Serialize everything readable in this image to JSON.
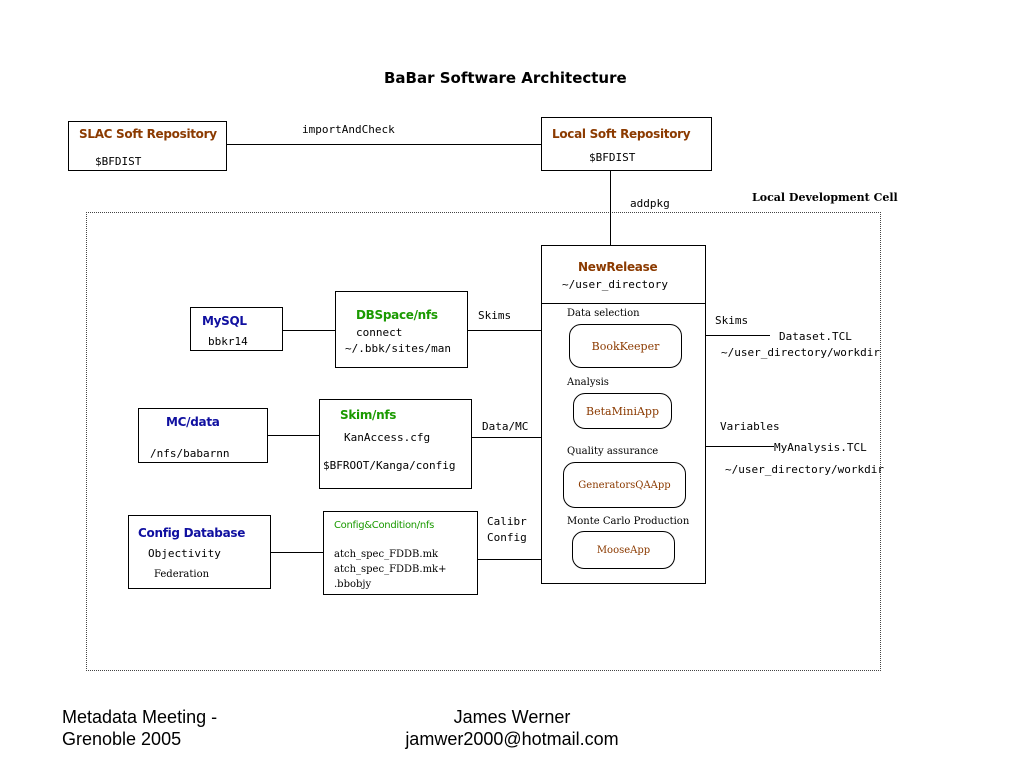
{
  "diagram": {
    "title": "BaBar Software Architecture",
    "cell_label": "Local Development Cell",
    "slac_repo": {
      "title": "SLAC Soft Repository",
      "var": "$BFDIST"
    },
    "local_repo": {
      "title": "Local Soft Repository",
      "var": "$BFDIST"
    },
    "import_label": "importAndCheck",
    "addpkg_label": "addpkg",
    "new_release": {
      "title": "NewRelease",
      "dir": "~/user_directory"
    },
    "mysql": {
      "title": "MySQL",
      "host": "bbkr14"
    },
    "dbspace": {
      "title": "DBSpace/nfs",
      "line1": "connect",
      "line2": "~/.bbk/sites/man"
    },
    "mc_data": {
      "title": "MC/data",
      "path": "/nfs/babarnn"
    },
    "skim": {
      "title": "Skim/nfs",
      "line1": "KanAccess.cfg",
      "line2": "$BFROOT/Kanga/config"
    },
    "config_db": {
      "title": "Config Database",
      "line1": "Objectivity",
      "line2": "Federation"
    },
    "config_cond": {
      "title": "Config&Condition/nfs",
      "line1": "atch_spec_FDDB.mk",
      "line2": "atch_spec_FDDB.mk+",
      "line3": ".bbobjy"
    },
    "link_labels": {
      "skims": "Skims",
      "data_mc": "Data/MC",
      "calib": "Calibr",
      "config": "Config"
    },
    "sections": [
      {
        "header": "Data selection",
        "app": "BookKeeper"
      },
      {
        "header": "Analysis",
        "app": "BetaMiniApp"
      },
      {
        "header": "Quality assurance",
        "app": "GeneratorsQAApp"
      },
      {
        "header": "Monte Carlo Production",
        "app": "MooseApp"
      }
    ],
    "outputs": {
      "skims_label": "Skims",
      "skims_file": "Dataset.TCL",
      "skims_dir": "~/user_directory/workdir",
      "vars_label": "Variables",
      "vars_file": "MyAnalysis.TCL",
      "vars_dir": "~/user_directory/workdir"
    }
  },
  "footer": {
    "left_line1": "Metadata Meeting -",
    "left_line2": "Grenoble 2005",
    "right_line1": "James Werner",
    "right_line2": "jamwer2000@hotmail.com"
  }
}
